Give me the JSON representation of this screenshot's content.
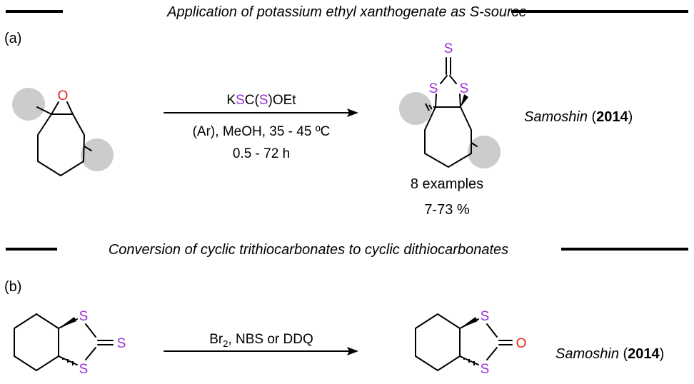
{
  "sections": {
    "a_title": "Application of potassium ethyl xanthogenate as S-source",
    "b_title": "Conversion of cyclic trithiocarbonates to cyclic dithiocarbonates"
  },
  "labels": {
    "a": "(a)",
    "b": "(b)"
  },
  "reaction_a": {
    "reagent_parts": [
      "K",
      "S",
      "C(",
      "S",
      ")OEt"
    ],
    "conditions_1": "(Ar), MeOH, 35 - 45 ºC",
    "conditions_2": "0.5 - 72 h",
    "examples": "8 examples",
    "yield": "7-73 %",
    "ref_author": "Samoshin",
    "ref_year": "2014"
  },
  "reaction_b": {
    "reagent_base": "Br",
    "reagent_sub": "2",
    "reagent_rest": ", NBS or DDQ",
    "ref_author": "Samoshin",
    "ref_year": "2014"
  },
  "atoms": {
    "oxygen": "O",
    "sulfur": "S"
  },
  "colors": {
    "sulfur": "#9b30d9",
    "oxygen": "#e8231c",
    "substituent": "#cccccc"
  }
}
